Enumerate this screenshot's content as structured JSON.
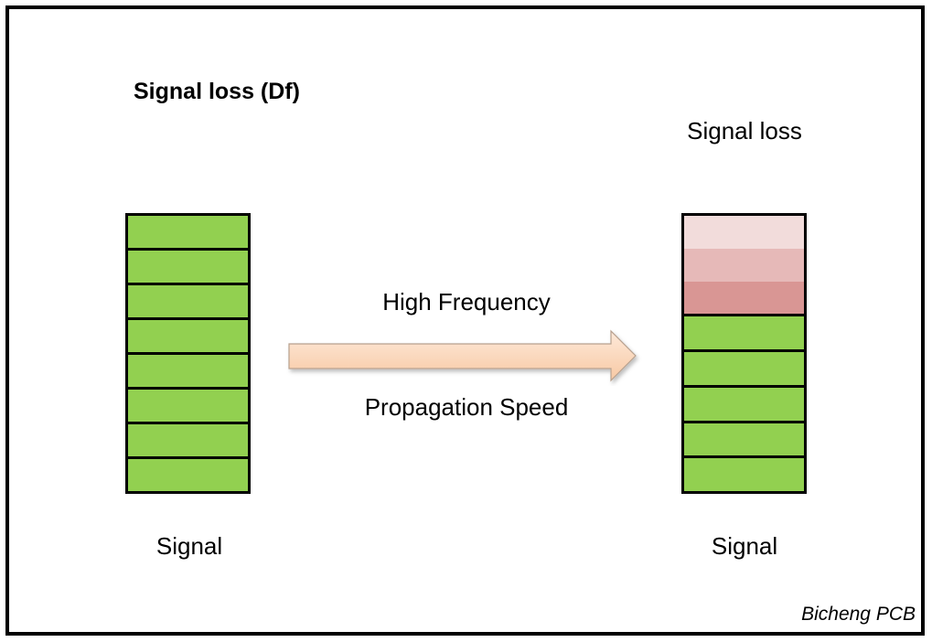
{
  "title": "Signal loss (Df)",
  "left": {
    "caption": "Signal",
    "segments": [
      "green",
      "green",
      "green",
      "green",
      "green",
      "green",
      "green",
      "green"
    ]
  },
  "right": {
    "caption": "Signal",
    "loss_label": "Signal loss",
    "segments": [
      "loss1",
      "loss2",
      "loss3",
      "green",
      "green",
      "green",
      "green",
      "green"
    ]
  },
  "arrow": {
    "top_label": "High Frequency",
    "bottom_label": "Propagation Speed"
  },
  "watermark": "Bicheng PCB",
  "colors": {
    "green": "#92d050",
    "loss1": "#f2dcdb",
    "loss2": "#e6b9b8",
    "loss3": "#d99694",
    "arrow_light": "#fde9d9",
    "arrow_dark": "#f8c9a4",
    "arrow_edge": "#b7a08e"
  }
}
